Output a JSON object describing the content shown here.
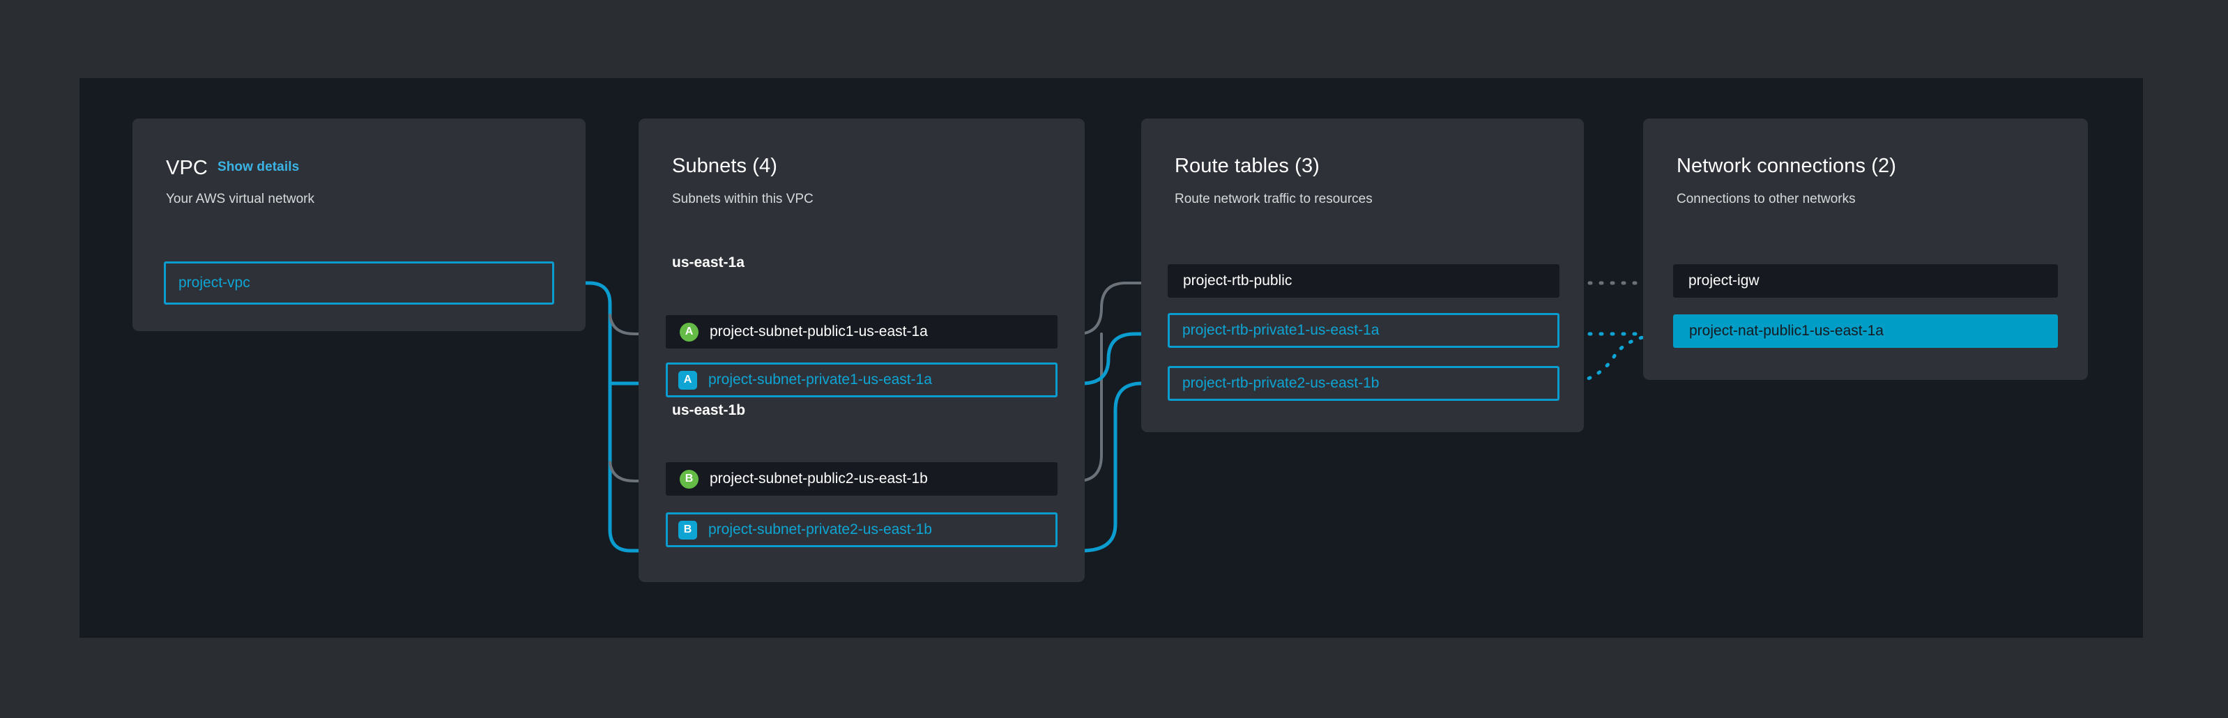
{
  "colors": {
    "page_background": "#2a2e33",
    "canvas_background": "#161b22",
    "panel_background": "#2e3238",
    "accent_cyan": "#0b9dd0",
    "accent_cyan_fill": "#009ec6",
    "link_blue": "#3bb4e5",
    "badge_green": "#64bc46",
    "badge_blue": "#0ea5d4",
    "node_plain_background": "#16191f",
    "connector_dim": "#6b7279"
  },
  "panels": [
    {
      "id": "vpc",
      "title": "VPC",
      "link_label": "Show details",
      "subtitle": "Your AWS virtual network",
      "nodes": [
        {
          "label": "project-vpc",
          "style": "outlined",
          "badge": null
        }
      ]
    },
    {
      "id": "subnets",
      "title": "Subnets (4)",
      "subtitle": "Subnets within this VPC",
      "groups": [
        {
          "az": "us-east-1a",
          "nodes": [
            {
              "label": "project-subnet-public1-us-east-1a",
              "style": "plain",
              "badge": "A",
              "badge_style": "green"
            },
            {
              "label": "project-subnet-private1-us-east-1a",
              "style": "outlined",
              "badge": "A",
              "badge_style": "blue"
            }
          ]
        },
        {
          "az": "us-east-1b",
          "nodes": [
            {
              "label": "project-subnet-public2-us-east-1b",
              "style": "plain",
              "badge": "B",
              "badge_style": "green"
            },
            {
              "label": "project-subnet-private2-us-east-1b",
              "style": "outlined",
              "badge": "B",
              "badge_style": "blue"
            }
          ]
        }
      ]
    },
    {
      "id": "route-tables",
      "title": "Route tables (3)",
      "subtitle": "Route network traffic to resources",
      "nodes": [
        {
          "label": "project-rtb-public",
          "style": "plain",
          "badge": null
        },
        {
          "label": "project-rtb-private1-us-east-1a",
          "style": "outlined",
          "badge": null
        },
        {
          "label": "project-rtb-private2-us-east-1b",
          "style": "outlined",
          "badge": null
        }
      ]
    },
    {
      "id": "network-connections",
      "title": "Network connections (2)",
      "subtitle": "Connections to other networks",
      "nodes": [
        {
          "label": "project-igw",
          "style": "plain",
          "badge": null
        },
        {
          "label": "project-nat-public1-us-east-1a",
          "style": "filled",
          "badge": null
        }
      ]
    }
  ]
}
